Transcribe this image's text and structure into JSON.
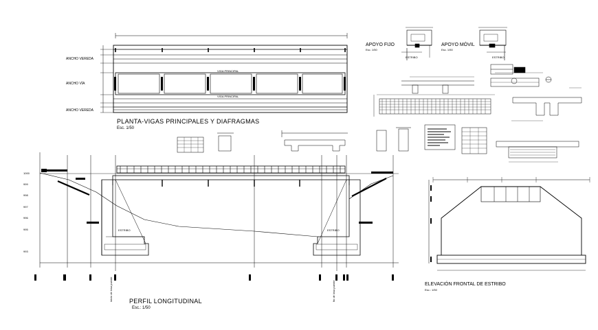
{
  "plan": {
    "title": "PLANTA-VIGAS PRINCIPALES Y DIAFRAGMAS",
    "scale": "Esc. 1/50",
    "rows": [
      "ANCHO VEREDA",
      "ANCHO VÍA",
      "ANCHO VEREDA"
    ],
    "beam_top": "VIGA PRINCIPAL",
    "beam_bottom": "VIGA PRINCIPAL"
  },
  "supports": {
    "fixed_title": "APOYO FIJO",
    "fixed_scale": "Esc. 1/50",
    "fixed_note": "ESTRIBO",
    "mobile_title": "APOYO MÓVIL",
    "mobile_scale": "Esc. 1/50",
    "mobile_note": "ESTRIBO"
  },
  "profile": {
    "title": "PERFIL LONGITUDINAL",
    "scale": "Esc.: 1/50",
    "levels": [
      "1000",
      "999",
      "998",
      "997",
      "996",
      "995",
      "993"
    ],
    "abutment_left": "ESTRIBO",
    "abutment_right": "ESTRIBO",
    "bottom_left": "inicio de losa puente",
    "bottom_right": "fin de losa puente"
  },
  "elevation": {
    "title": "ELEVACIÓN FRONTAL DE ESTRIBO",
    "scale": "Esc.: 1/50"
  }
}
